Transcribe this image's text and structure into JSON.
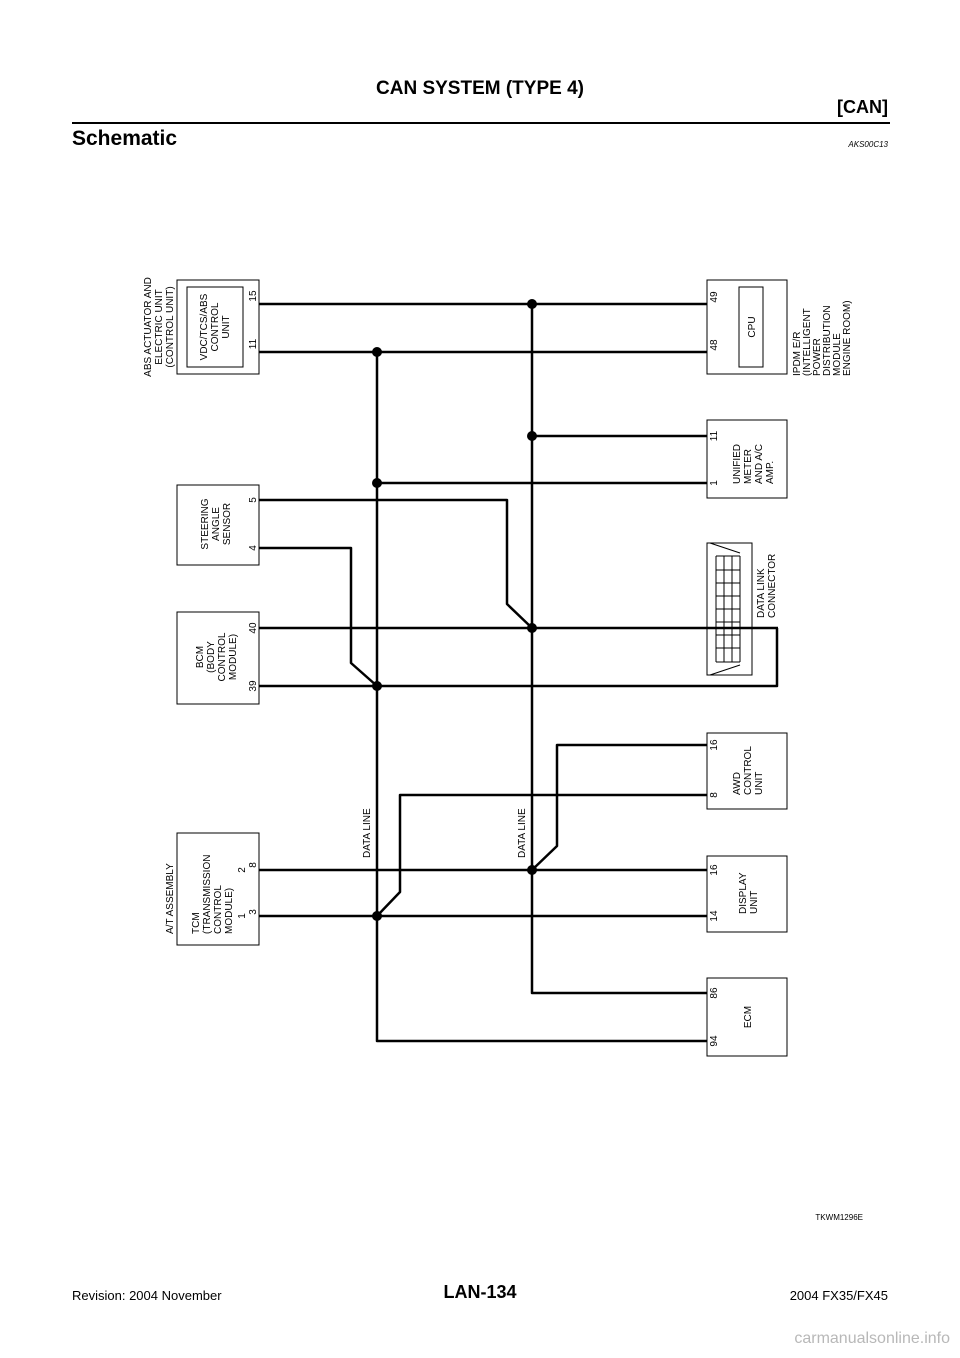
{
  "header": {
    "title": "CAN SYSTEM (TYPE 4)",
    "section": "[CAN]"
  },
  "page_heading": "Schematic",
  "ref_code": "AKS00C13",
  "figure_code": "TKWM1296E",
  "diagram": {
    "left_units": {
      "abs": {
        "caption": [
          "ABS ACTUATOR AND",
          "ELECTRIC UNIT",
          "(CONTROL UNIT)"
        ],
        "inner": [
          "VDC/TCS/ABS",
          "CONTROL",
          "UNIT"
        ],
        "pins": [
          "11",
          "15"
        ]
      },
      "steering": {
        "inner": [
          "STEERING",
          "ANGLE",
          "SENSOR"
        ],
        "pins": [
          "4",
          "5"
        ]
      },
      "bcm": {
        "inner": [
          "BCM",
          "(BODY",
          "CONTROL",
          "MODULE)"
        ],
        "pins": [
          "39",
          "40"
        ]
      },
      "tcm": {
        "caption": [
          "A/T ASSEMBLY"
        ],
        "inner": [
          "TCM",
          "(TRANSMISSION",
          "CONTROL",
          "MODULE)"
        ],
        "internal_pins": [
          "1",
          "2"
        ],
        "pins": [
          "3",
          "8"
        ]
      }
    },
    "right_units": {
      "ipdm": {
        "inner": [
          "CPU"
        ],
        "caption": [
          "IPDM E/R",
          "(INTELLIGENT",
          "POWER",
          "DISTRIBUTION",
          "MODULE",
          "ENGINE ROOM)"
        ],
        "pins": [
          "48",
          "49"
        ]
      },
      "meter": {
        "inner": [
          "UNIFIED",
          "METER",
          "AND A/C",
          "AMP."
        ],
        "pins": [
          "1",
          "11"
        ]
      },
      "dlc": {
        "inner": [
          "DATA LINK",
          "CONNECTOR"
        ]
      },
      "awd": {
        "inner": [
          "AWD",
          "CONTROL",
          "UNIT"
        ],
        "pins": [
          "8",
          "16"
        ]
      },
      "display": {
        "inner": [
          "DISPLAY",
          "UNIT"
        ],
        "pins": [
          "14",
          "16"
        ]
      },
      "ecm": {
        "inner": [
          "ECM"
        ],
        "pins": [
          "94",
          "86"
        ]
      }
    },
    "bus_labels": [
      "DATA LINE",
      "DATA LINE"
    ]
  },
  "footer": {
    "revision": "Revision: 2004 November",
    "page_number": "LAN-134",
    "model": "2004 FX35/FX45"
  },
  "watermark": "carmanualsonline.info"
}
